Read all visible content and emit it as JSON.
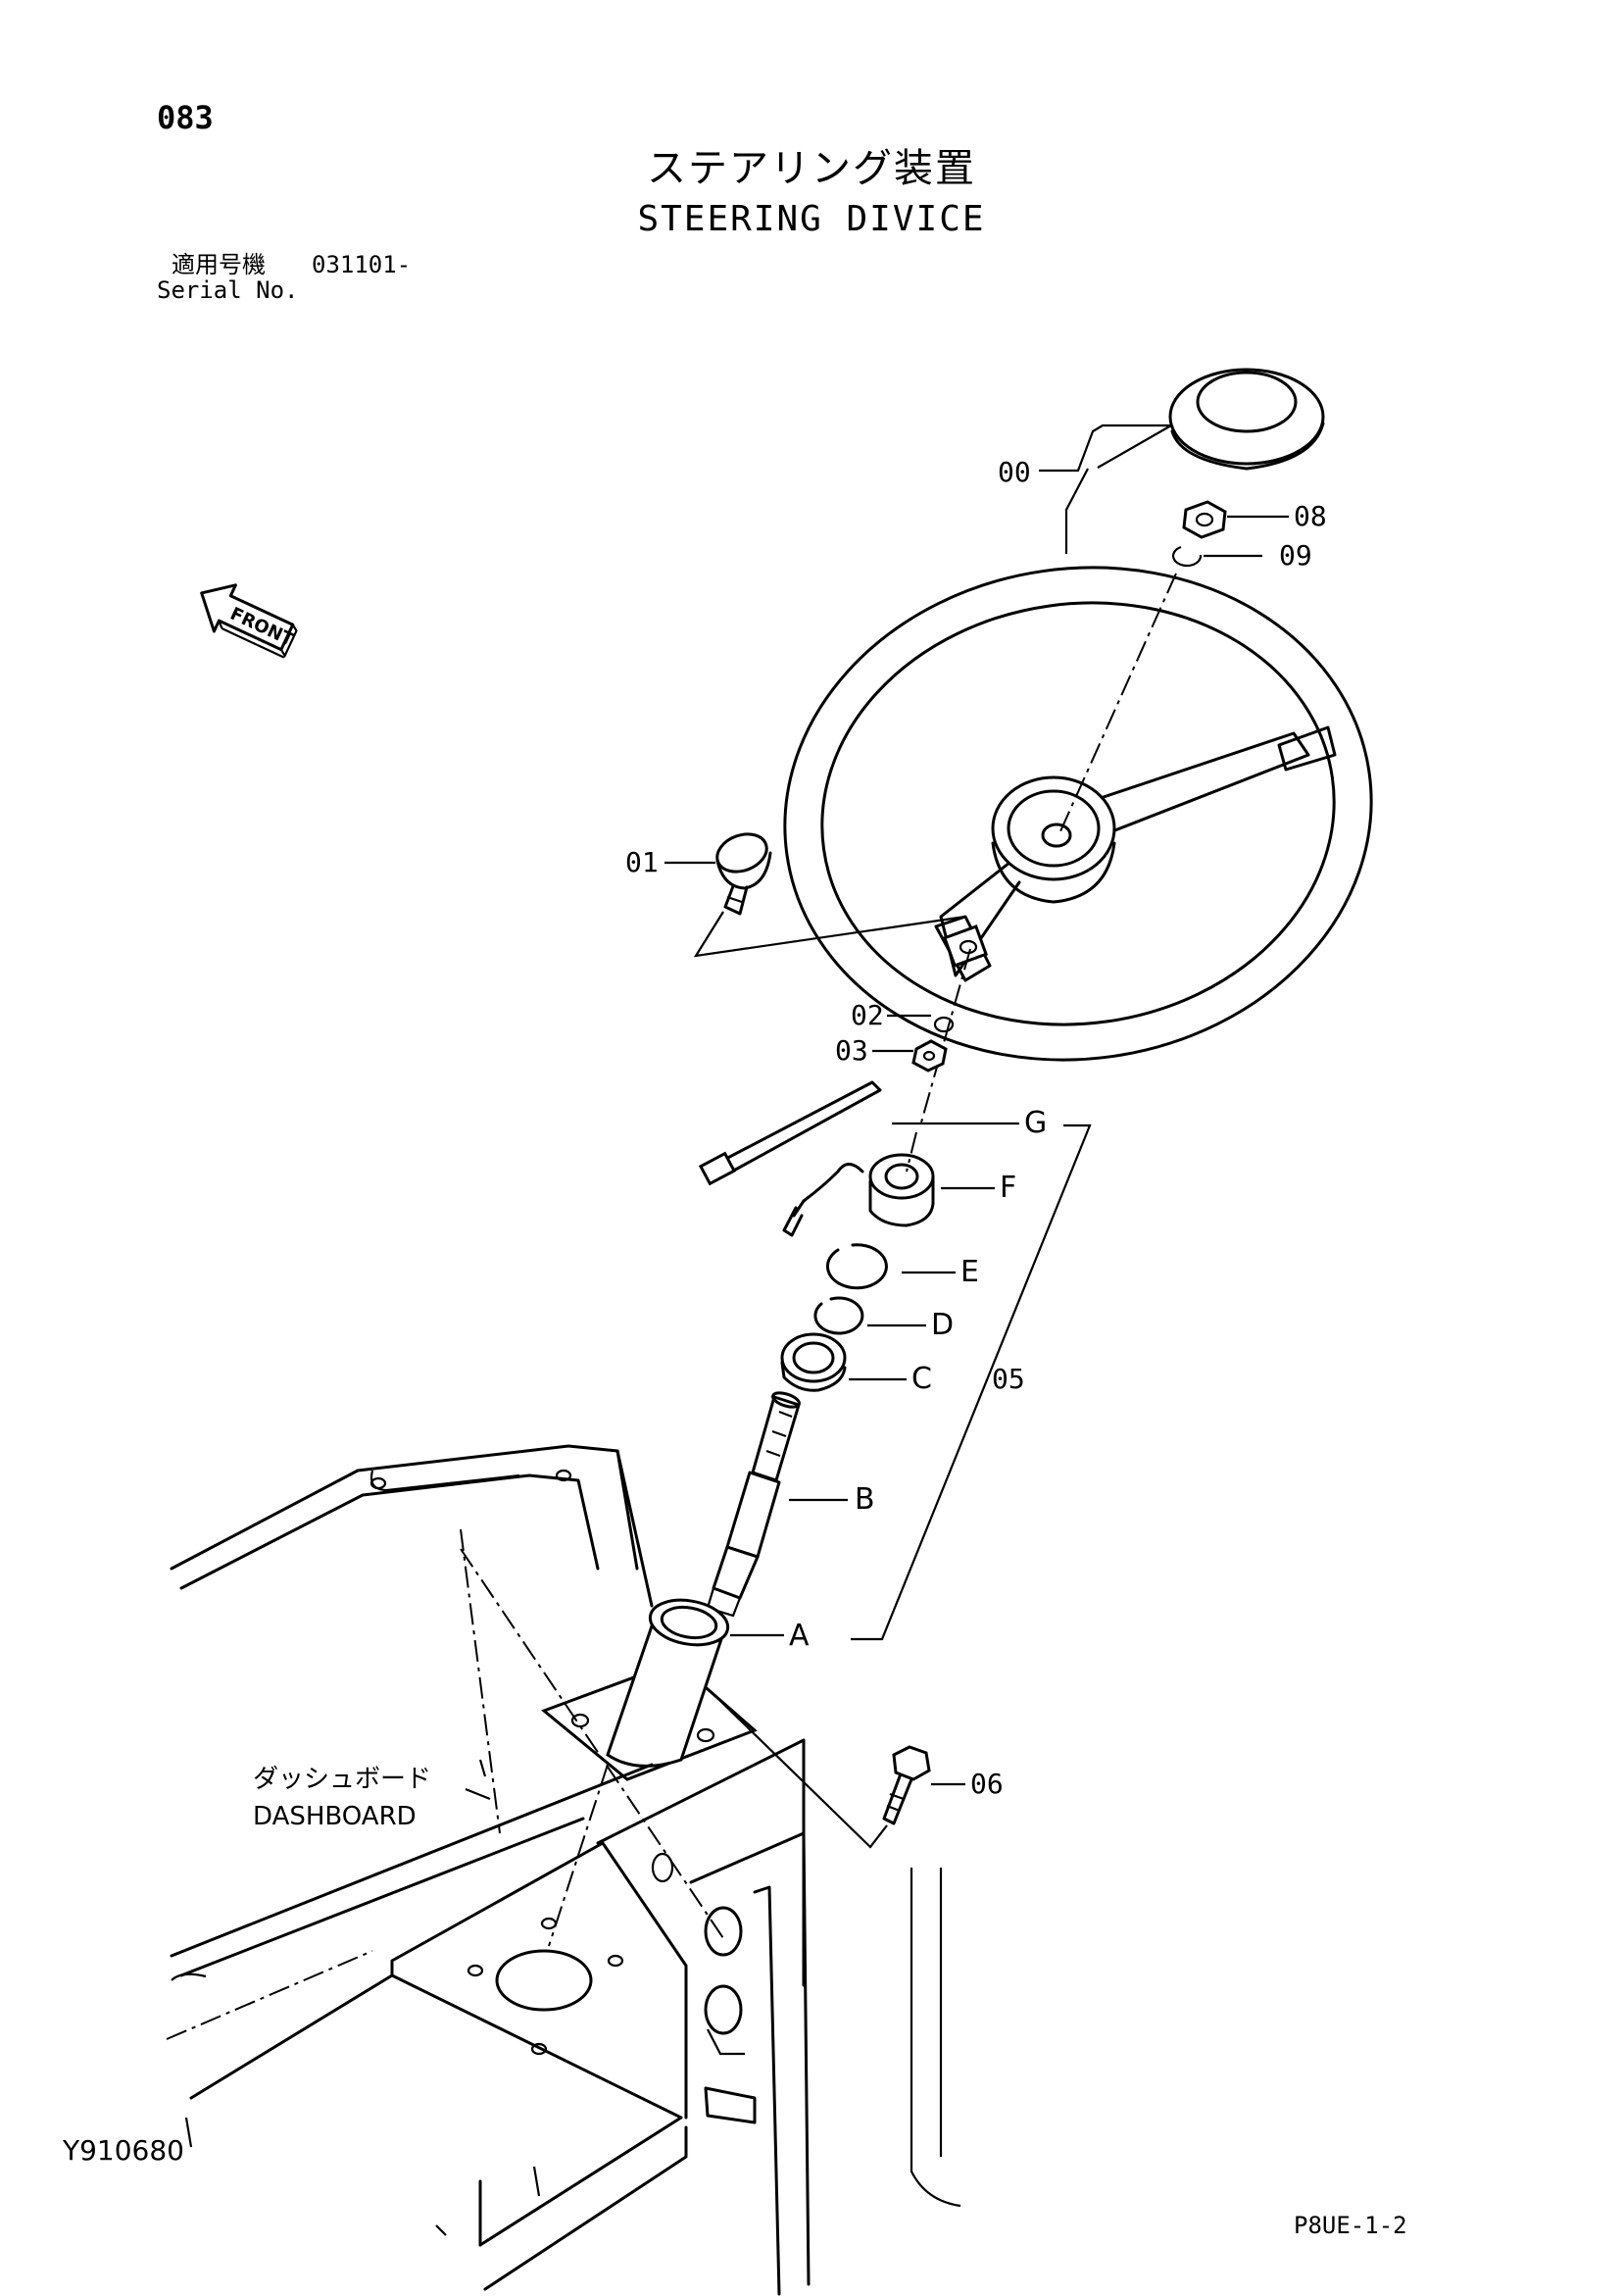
{
  "page_number": "083",
  "title_jp": "ステアリング装置",
  "title_en": "STEERING DIVICE",
  "serial": {
    "label_jp": "適用号機",
    "value": "031101-",
    "label_en": "Serial No."
  },
  "front_label": "FRONT",
  "dashboard": {
    "label_jp": "ダッシュボード",
    "label_en": "DASHBOARD"
  },
  "drawing_id": "Y910680",
  "sheet_id": "P8UE-1-2",
  "part_callouts": [
    "00",
    "01",
    "02",
    "03",
    "05",
    "06",
    "08",
    "09"
  ],
  "sub_callouts": [
    "A",
    "B",
    "C",
    "D",
    "E",
    "F",
    "G"
  ]
}
